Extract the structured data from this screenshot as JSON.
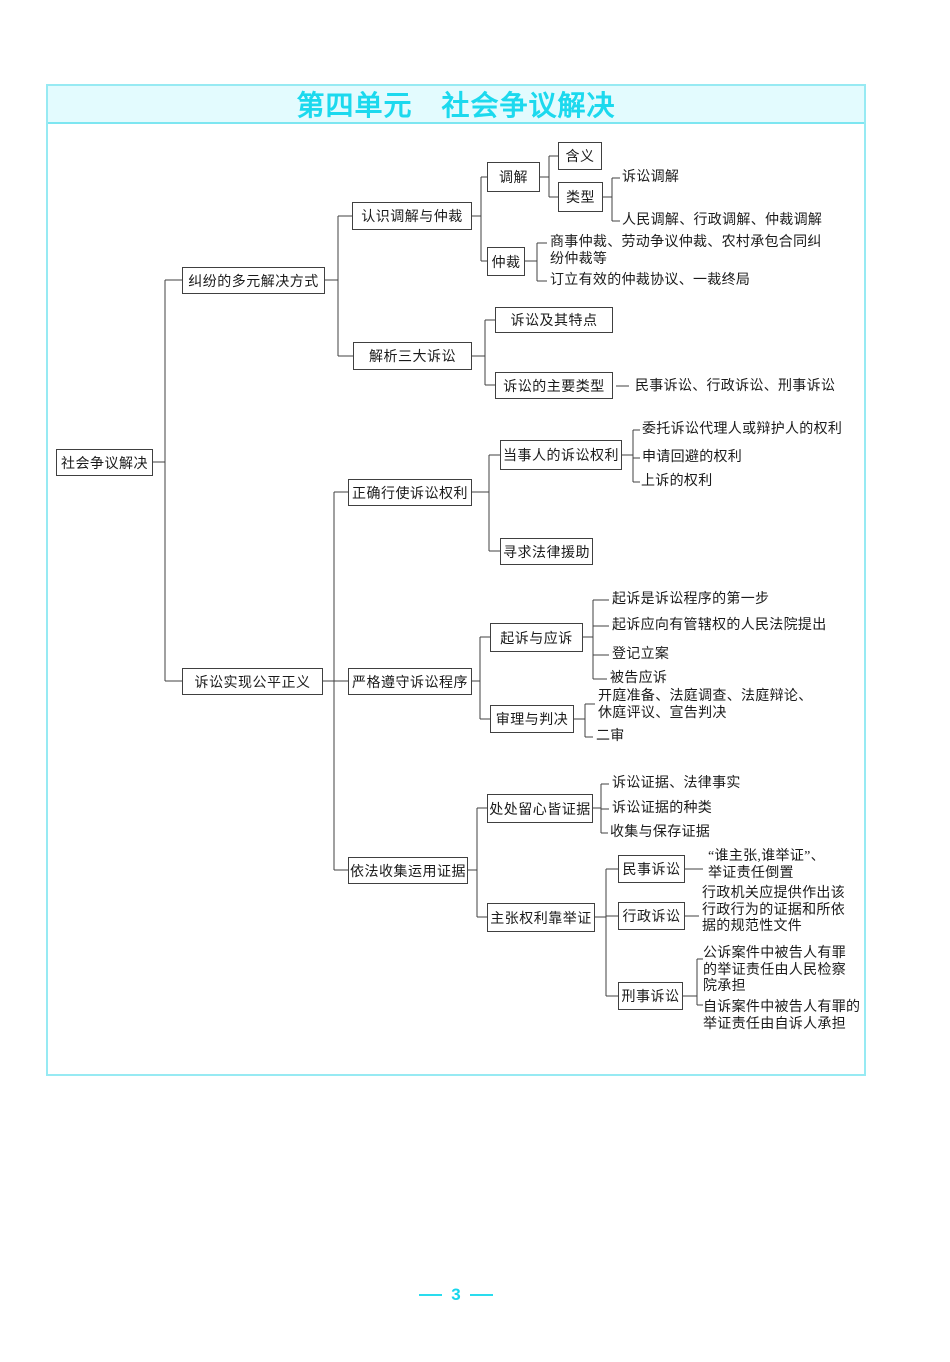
{
  "page": {
    "unit_title": "第四单元　社会争议解决",
    "page_number": "3",
    "colors": {
      "accent_cyan": "#1cd9ee",
      "band_background": "#e3fbfe",
      "frame_border": "#97eaf3",
      "connector_line": "#404040"
    }
  },
  "tree": {
    "root": "社会争议解决",
    "multi": {
      "label": "纠纷的多元解决方式",
      "mediation_arbitration": {
        "label": "认识调解与仲裁",
        "mediation": {
          "label": "调解",
          "meaning": "含义",
          "types": "类型",
          "type_items": [
            "诉讼调解",
            "人民调解、行政调解、仲裁调解"
          ]
        },
        "arbitration": {
          "label": "仲裁",
          "items": [
            "商事仲裁、劳动争议仲裁、农村承包合同纠\n纷仲裁等",
            "订立有效的仲裁协议、一裁终局"
          ]
        }
      },
      "three_litigations": {
        "label": "解析三大诉讼",
        "features": "诉讼及其特点",
        "main_types": "诉讼的主要类型",
        "main_types_items": "民事诉讼、行政诉讼、刑事诉讼"
      }
    },
    "justice": {
      "label": "诉讼实现公平正义",
      "rights": {
        "label": "正确行使诉讼权利",
        "party_rights": {
          "label": "当事人的诉讼权利",
          "items": [
            "委托诉讼代理人或辩护人的权利",
            "申请回避的权利",
            "上诉的权利"
          ]
        },
        "legal_aid": "寻求法律援助"
      },
      "procedure": {
        "label": "严格遵守诉讼程序",
        "sue": {
          "label": "起诉与应诉",
          "items": [
            "起诉是诉讼程序的第一步",
            "起诉应向有管辖权的人民法院提出",
            "登记立案",
            "被告应诉"
          ]
        },
        "trial": {
          "label": "审理与判决",
          "items": [
            "开庭准备、法庭调查、法庭辩论、\n休庭评议、宣告判决",
            "二审"
          ]
        }
      },
      "evidence": {
        "label": "依法收集运用证据",
        "attention": {
          "label": "处处留心皆证据",
          "items": [
            "诉讼证据、法律事实",
            "诉讼证据的种类",
            "收集与保存证据"
          ]
        },
        "burden": {
          "label": "主张权利靠举证",
          "civil": {
            "label": "民事诉讼",
            "item": "“谁主张,谁举证”、\n举证责任倒置"
          },
          "admin": {
            "label": "行政诉讼",
            "item": "行政机关应提供作出该\n行政行为的证据和所依\n据的规范性文件"
          },
          "criminal": {
            "label": "刑事诉讼",
            "items": [
              "公诉案件中被告人有罪\n的举证责任由人民检察\n院承担",
              "自诉案件中被告人有罪的\n举证责任由自诉人承担"
            ]
          }
        }
      }
    }
  }
}
